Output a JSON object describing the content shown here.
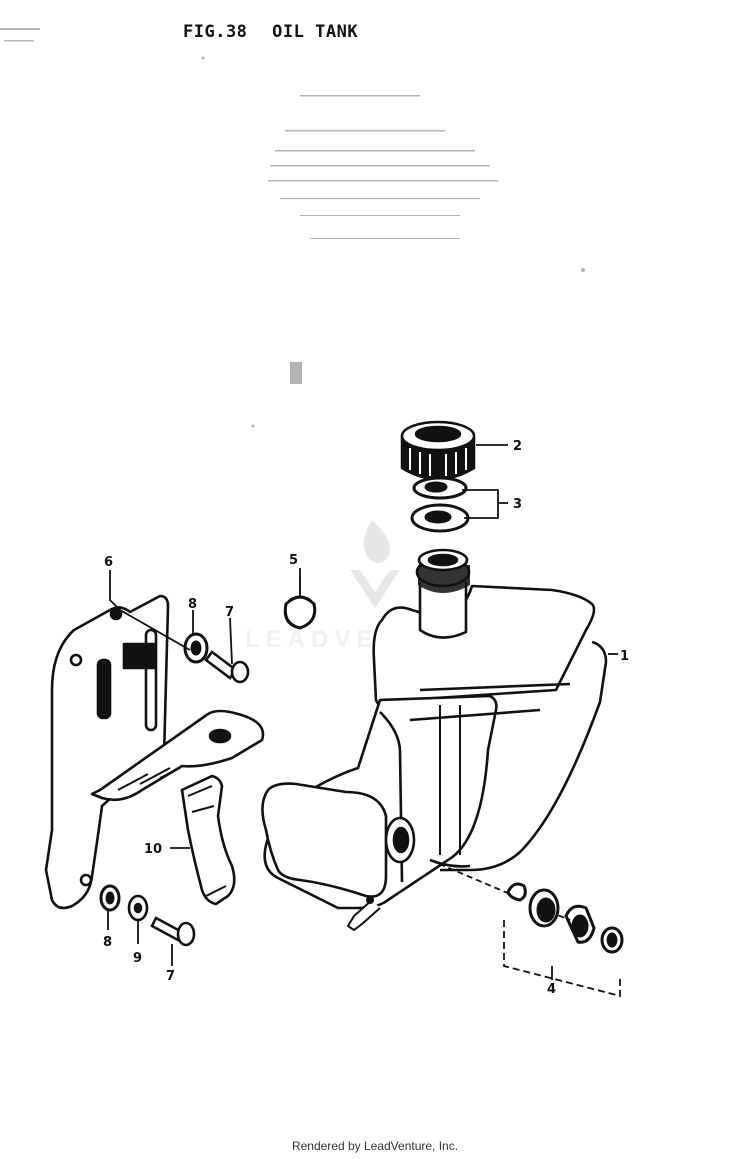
{
  "figure": {
    "number": "FIG.38",
    "title": "OIL TANK"
  },
  "callouts": {
    "p1": "1",
    "p2": "2",
    "p3": "3",
    "p4": "4",
    "p5": "5",
    "p6": "6",
    "p7a": "7",
    "p7b": "7",
    "p8a": "8",
    "p8b": "8",
    "p9": "9",
    "p10": "10"
  },
  "watermark": {
    "text": "LEADVENTURE"
  },
  "footer": {
    "text": "Rendered by LeadVenture, Inc."
  }
}
